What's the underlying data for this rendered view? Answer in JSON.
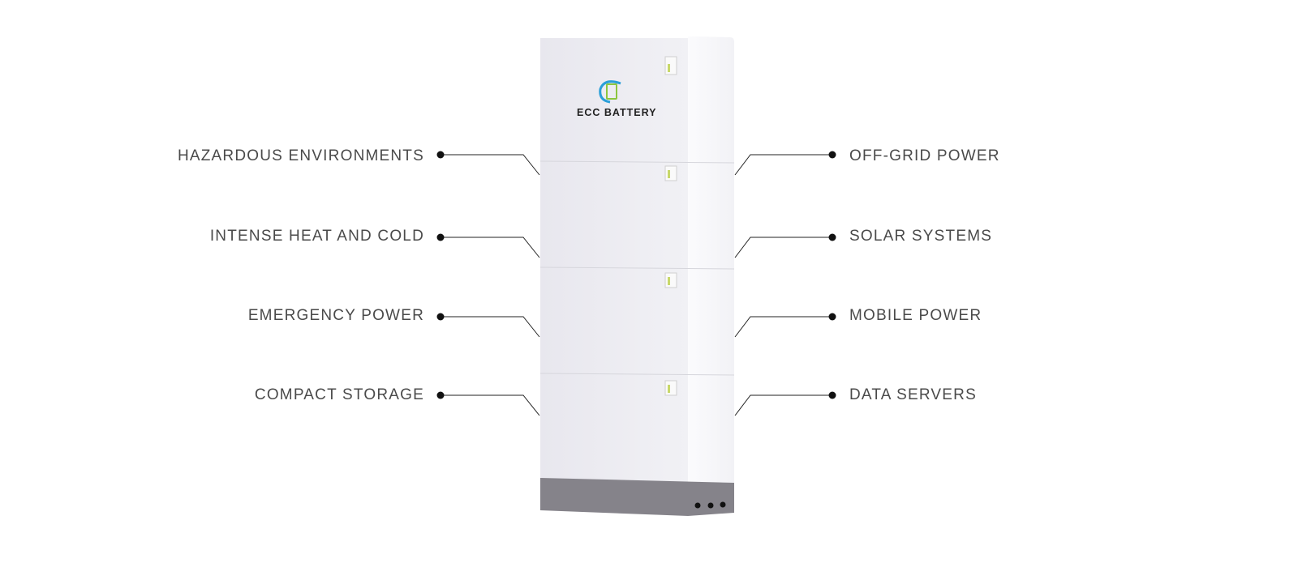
{
  "left_labels": [
    "HAZARDOUS ENVIRONMENTS",
    "INTENSE HEAT AND COLD",
    "EMERGENCY POWER",
    "COMPACT STORAGE"
  ],
  "right_labels": [
    "OFF-GRID POWER",
    "SOLAR SYSTEMS",
    "MOBILE POWER",
    "DATA SERVERS"
  ],
  "product": {
    "brand": "ECC BATTERY",
    "modules": 4
  },
  "colors": {
    "text": "#4a4a4a",
    "line": "#222222",
    "body": "#eeeef2",
    "base": "#85838a",
    "logo_blue": "#2a9fd8",
    "logo_green": "#8cc63f"
  }
}
